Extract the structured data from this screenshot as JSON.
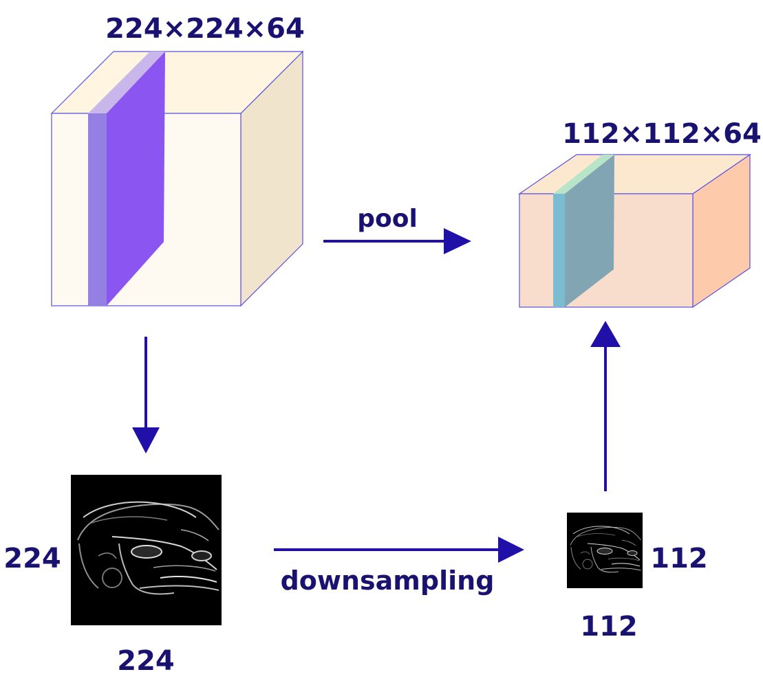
{
  "large_volume": {
    "label": "224×224×64",
    "colors": {
      "front": "#fffaf1",
      "top": "#fff5e0",
      "side": "#f1e4cc",
      "edge": "#5a4fe0",
      "slice_front": "#9480e2",
      "slice_face": "#8a55f0",
      "slice_top": "#c9b6ea",
      "slice_diag": "#a77de9"
    }
  },
  "small_volume": {
    "label": "112×112×64",
    "colors": {
      "front": "#f8dccc",
      "top": "#fce7cf",
      "side": "#fdcaac",
      "edge": "#5a4fe0",
      "slice_front": "#7bbcd0",
      "slice_face": "#82a5b4",
      "slice_top": "#b8e4c8"
    }
  },
  "arrows": {
    "color": "#2010a8",
    "pool_label": "pool",
    "downsampling_label": "downsampling"
  },
  "large_image": {
    "width_label": "224",
    "height_label": "224",
    "alt": "car feature map"
  },
  "small_image": {
    "width_label": "112",
    "height_label": "112",
    "alt": "car feature map (downsampled)"
  }
}
